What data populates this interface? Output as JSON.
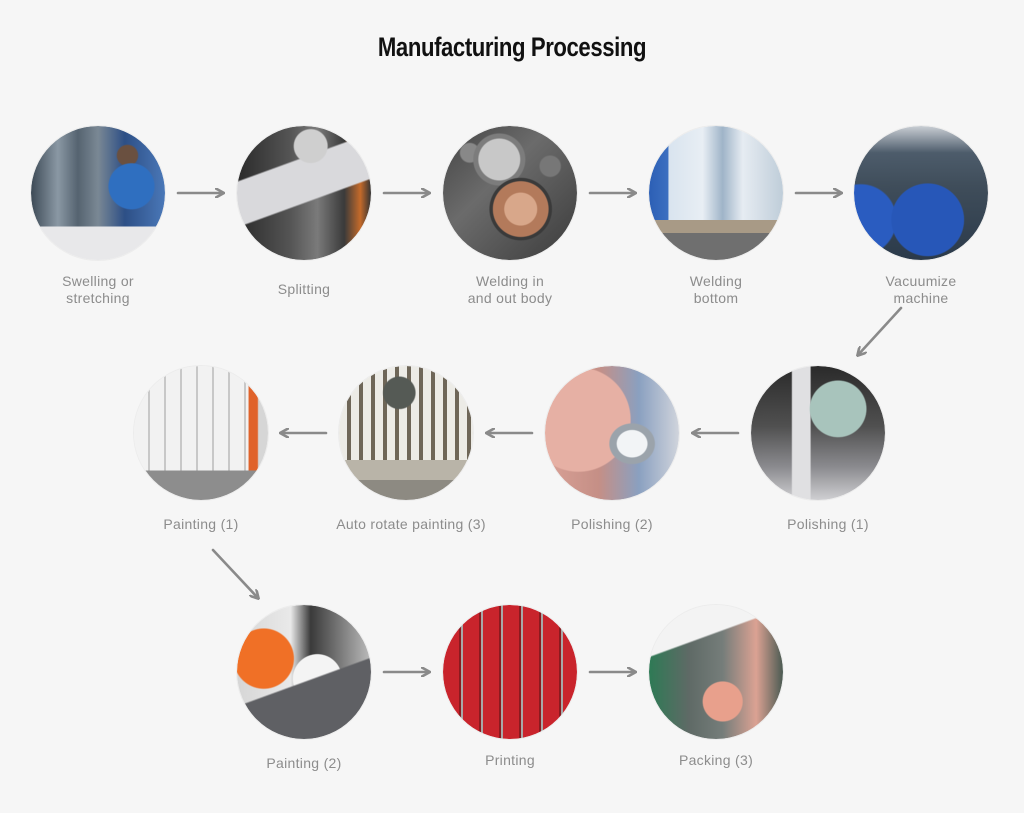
{
  "title": "Manufacturing Processing",
  "colors": {
    "background": "#f6f6f6",
    "title": "#111111",
    "label": "#8c8c8c",
    "arrow": "#8a8a8a"
  },
  "steps": [
    {
      "id": 1,
      "label_lines": [
        "Swelling or",
        "stretching"
      ],
      "photo": "worker-at-press-machine"
    },
    {
      "id": 2,
      "label_lines": [
        "Splitting"
      ],
      "photo": "tube-splitting-machine"
    },
    {
      "id": 3,
      "label_lines": [
        "Welding in",
        "and out body"
      ],
      "photo": "inner-outer-body-cylinders"
    },
    {
      "id": 4,
      "label_lines": [
        "Welding",
        "bottom"
      ],
      "photo": "worker-welding-bottom"
    },
    {
      "id": 5,
      "label_lines": [
        "Vacuumize",
        "machine"
      ],
      "photo": "blue-vacuum-machine"
    },
    {
      "id": 6,
      "label_lines": [
        "Polishing (1)"
      ],
      "photo": "polishing-wheel-green"
    },
    {
      "id": 7,
      "label_lines": [
        "Polishing (2)"
      ],
      "photo": "polishing-wheel-pink"
    },
    {
      "id": 8,
      "label_lines": [
        "Auto rotate painting (3)"
      ],
      "photo": "rotary-painting-rack"
    },
    {
      "id": 9,
      "label_lines": [
        "Painting (1)"
      ],
      "photo": "white-coated-bottles"
    },
    {
      "id": 10,
      "label_lines": [
        "Painting (2)"
      ],
      "photo": "worker-on-conveyor"
    },
    {
      "id": 11,
      "label_lines": [
        "Printing"
      ],
      "photo": "red-bottles-printing"
    },
    {
      "id": 12,
      "label_lines": [
        "Packing (3)"
      ],
      "photo": "packing-conveyor-line"
    }
  ],
  "flow": [
    {
      "from": 1,
      "to": 2,
      "direction": "right"
    },
    {
      "from": 2,
      "to": 3,
      "direction": "right"
    },
    {
      "from": 3,
      "to": 4,
      "direction": "right"
    },
    {
      "from": 4,
      "to": 5,
      "direction": "right"
    },
    {
      "from": 5,
      "to": 6,
      "direction": "down-left"
    },
    {
      "from": 6,
      "to": 7,
      "direction": "left"
    },
    {
      "from": 7,
      "to": 8,
      "direction": "left"
    },
    {
      "from": 8,
      "to": 9,
      "direction": "left"
    },
    {
      "from": 9,
      "to": 10,
      "direction": "down-right"
    },
    {
      "from": 10,
      "to": 11,
      "direction": "right"
    },
    {
      "from": 11,
      "to": 12,
      "direction": "right"
    }
  ]
}
